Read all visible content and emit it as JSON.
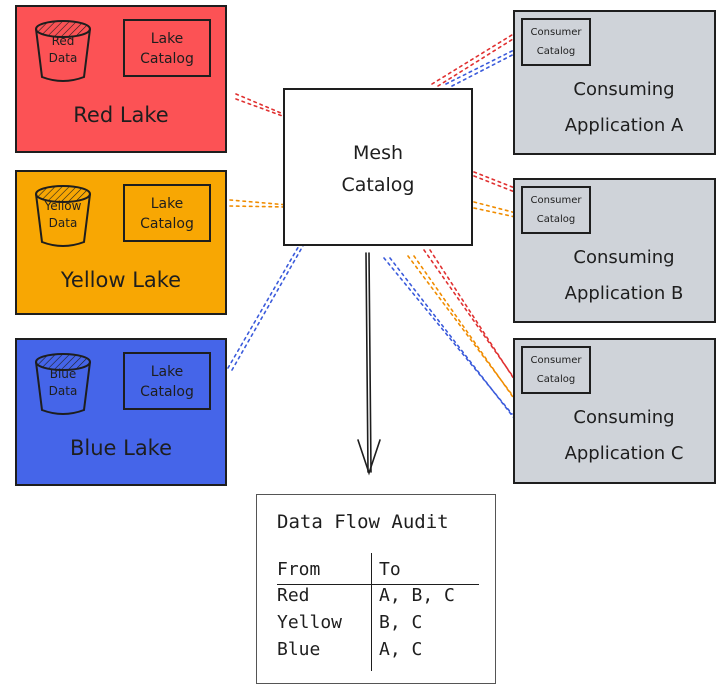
{
  "lakes": {
    "red": {
      "data_label_1": "Red",
      "data_label_2": "Data",
      "catalog_1": "Lake",
      "catalog_2": "Catalog",
      "title": "Red Lake",
      "color": "#fc5255"
    },
    "yellow": {
      "data_label_1": "Yellow",
      "data_label_2": "Data",
      "catalog_1": "Lake",
      "catalog_2": "Catalog",
      "title": "Yellow Lake",
      "color": "#f8a703"
    },
    "blue": {
      "data_label_1": "Blue",
      "data_label_2": "Data",
      "catalog_1": "Lake",
      "catalog_2": "Catalog",
      "title": "Blue Lake",
      "color": "#4565e9"
    }
  },
  "mesh": {
    "line_1": "Mesh",
    "line_2": "Catalog"
  },
  "apps": [
    {
      "catalog_1": "Consumer",
      "catalog_2": "Catalog",
      "line_1": "Consuming",
      "line_2": "Application A"
    },
    {
      "catalog_1": "Consumer",
      "catalog_2": "Catalog",
      "line_1": "Consuming",
      "line_2": "Application B"
    },
    {
      "catalog_1": "Consumer",
      "catalog_2": "Catalog",
      "line_1": "Consuming",
      "line_2": "Application C"
    }
  ],
  "audit": {
    "title": "Data Flow Audit",
    "headers": [
      "From",
      "To"
    ],
    "rows": [
      {
        "from": "Red",
        "to": "A, B, C"
      },
      {
        "from": "Yellow",
        "to": "B, C"
      },
      {
        "from": "Blue",
        "to": "A, C"
      }
    ]
  },
  "colors": {
    "app_fill": "#cfd3d9",
    "stroke": "#1e1e1e",
    "red_flow": "#e03131",
    "yellow_flow": "#f08c00",
    "blue_flow": "#3b5bdb"
  }
}
